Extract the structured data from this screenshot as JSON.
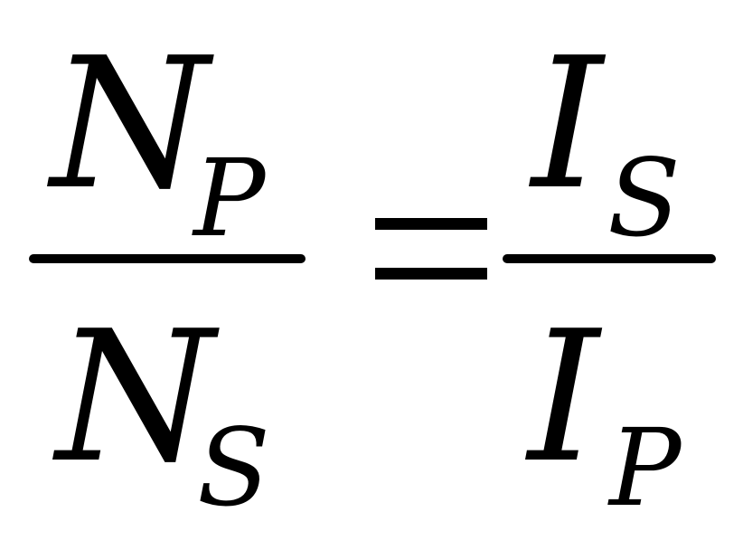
{
  "equation": {
    "left": {
      "numerator": {
        "symbol": "N",
        "subscript": "P"
      },
      "denominator": {
        "symbol": "N",
        "subscript": "S"
      }
    },
    "relation": "=",
    "right": {
      "numerator": {
        "symbol": "I",
        "subscript": "S"
      },
      "denominator": {
        "symbol": "I",
        "subscript": "P"
      }
    }
  }
}
